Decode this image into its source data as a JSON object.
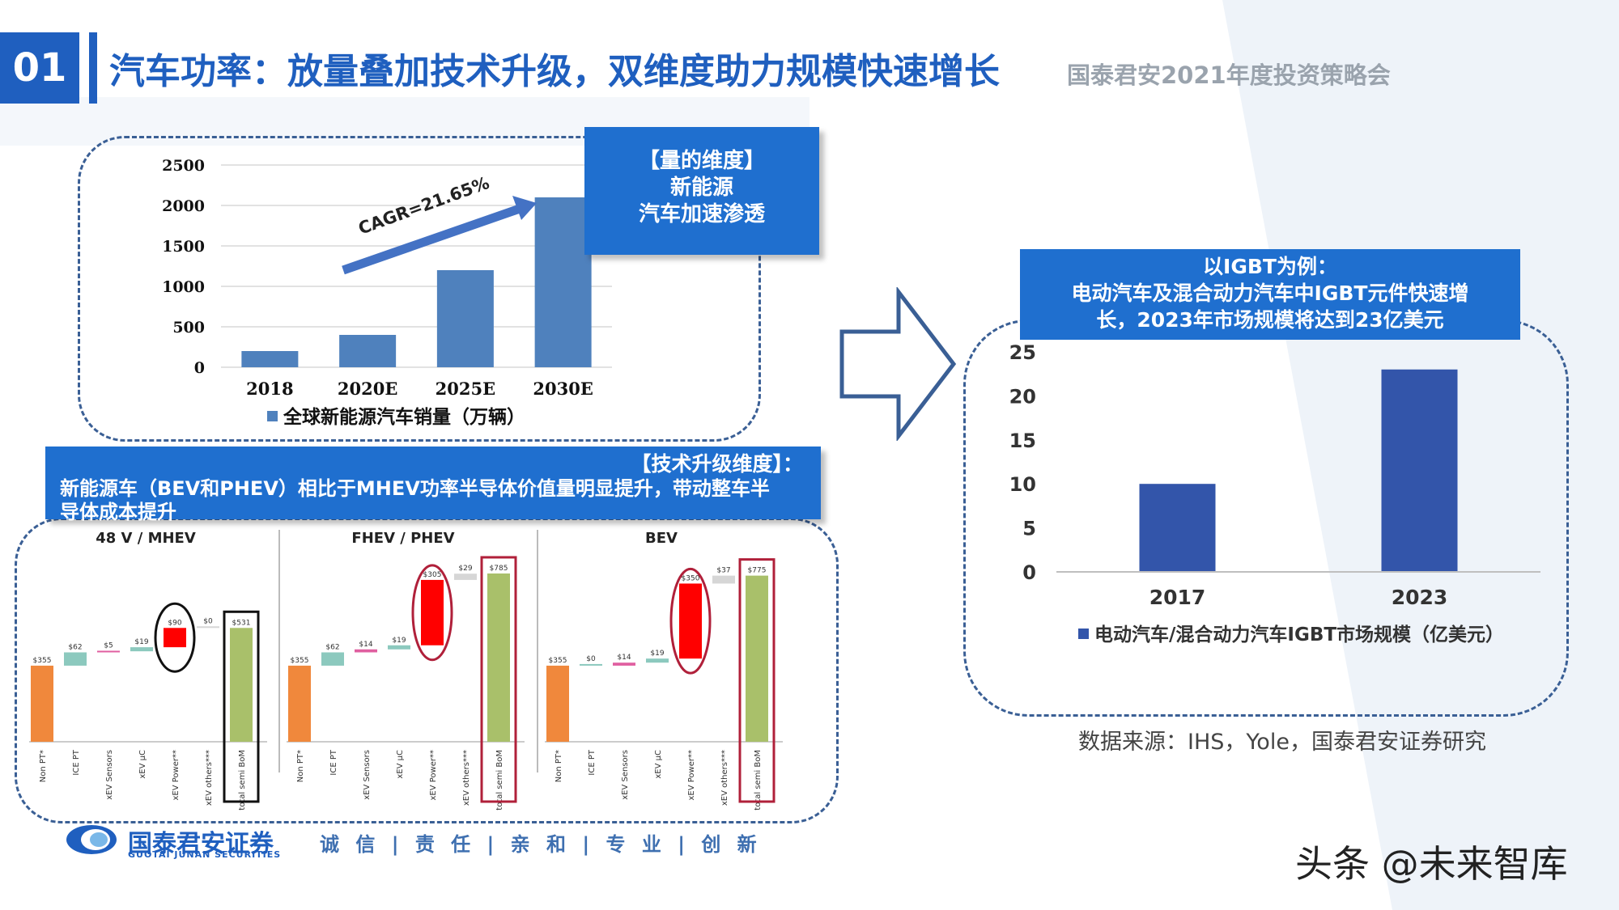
{
  "header": {
    "number": "01",
    "title": "汽车功率：放量叠加技术升级，双维度助力规模快速增长",
    "event": "国泰君安2021年度投资策略会"
  },
  "callouts": {
    "volume": [
      "【量的维度】",
      "新能源",
      "汽车加速渗透"
    ],
    "tech_title": "【技术升级维度】：",
    "tech_body_1": "新能源车（BEV和PHEV）相比于MHEV功率半导体价值量明显提升，带动整车半",
    "tech_body_2": "导体成本提升",
    "igbt": [
      "以IGBT为例：",
      "电动汽车及混合动力汽车中IGBT元件快速增",
      "长，2023年市场规模将达到23亿美元"
    ]
  },
  "source": "数据来源：IHS，Yole，国泰君安证券研究",
  "footer": {
    "company_cn": "国泰君安证券",
    "company_en": "GUOTAI JUNAN SECURITIES",
    "motto": "诚 信 | 责 任 | 亲 和 | 专 业 | 创 新",
    "watermark": "头条 @未来智库"
  },
  "colors": {
    "brand": "#1f5fbf",
    "bar1": "#4f81bd",
    "bar2": "#3355aa",
    "orange": "#f0883c",
    "teal": "#8cc9be",
    "pink": "#e05fa0",
    "red": "#ff0000",
    "green": "#a9c06a",
    "gray": "#d6d6d6",
    "highlight": "#b0203a"
  },
  "chart_data": [
    {
      "type": "bar",
      "categories": [
        "2018",
        "2020E",
        "2025E",
        "2030E"
      ],
      "values": [
        200,
        400,
        1200,
        2100
      ],
      "ylim": [
        0,
        2500
      ],
      "yticks": [
        "0",
        "500",
        "1000",
        "1500",
        "2000",
        "2500"
      ],
      "legend": "全球新能源汽车销量（万辆）",
      "annotation": "CAGR=21.65%"
    },
    {
      "type": "bar",
      "categories": [
        "2017",
        "2023"
      ],
      "values": [
        10,
        23
      ],
      "ylim": [
        0,
        25
      ],
      "yticks": [
        "0",
        "5",
        "10",
        "15",
        "20",
        "25"
      ],
      "legend": "电动汽车/混合动力汽车IGBT市场规模（亿美元）"
    },
    {
      "type": "bar",
      "title": "48 V / MHEV",
      "categories": [
        "Non PT*",
        "ICE PT",
        "xEV Sensors",
        "xEV μC",
        "xEV Power**",
        "xEV others***",
        "total semi BoM"
      ],
      "values": [
        355,
        62,
        5,
        19,
        90,
        0,
        531
      ],
      "value_labels": [
        "$355",
        "$62",
        "$5",
        "$19",
        "$90",
        "$0",
        "$531"
      ]
    },
    {
      "type": "bar",
      "title": "FHEV / PHEV",
      "categories": [
        "Non PT*",
        "ICE PT",
        "xEV Sensors",
        "xEV μC",
        "xEV Power**",
        "xEV others***",
        "total semi BoM"
      ],
      "values": [
        355,
        62,
        14,
        19,
        305,
        29,
        785
      ],
      "value_labels": [
        "$355",
        "$62",
        "$14",
        "$19",
        "$305",
        "$29",
        "$785"
      ]
    },
    {
      "type": "bar",
      "title": "BEV",
      "categories": [
        "Non PT*",
        "ICE PT",
        "xEV Sensors",
        "xEV μC",
        "xEV Power**",
        "xEV others***",
        "total semi BoM"
      ],
      "values": [
        355,
        0,
        14,
        19,
        350,
        37,
        775
      ],
      "value_labels": [
        "$355",
        "$0",
        "$14",
        "$19",
        "$350",
        "$37",
        "$775"
      ]
    }
  ]
}
